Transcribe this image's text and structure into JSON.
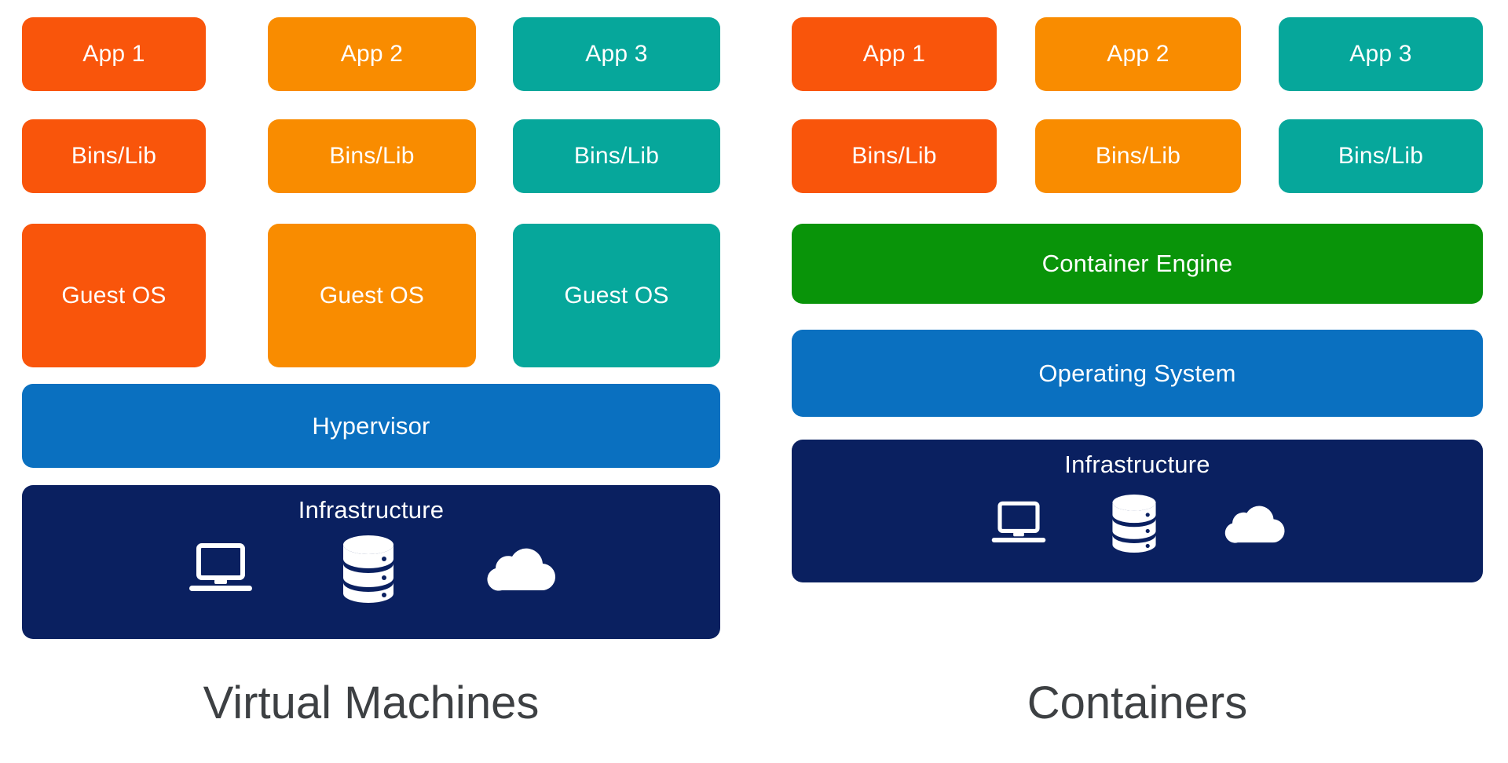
{
  "diagram": {
    "title_left": "Virtual Machines",
    "title_right": "Containers",
    "background": "#ffffff",
    "title_color": "#3d4043"
  },
  "colors": {
    "orange_red": "#f9550b",
    "amber": "#f98c00",
    "teal": "#06a79b",
    "green": "#099409",
    "blue": "#0a70c0",
    "navy": "#0a2060",
    "white": "#ffffff"
  },
  "vm": {
    "columns": [
      {
        "app": "App 1",
        "bins": "Bins/Lib",
        "os": "Guest OS",
        "color": "#f9550b"
      },
      {
        "app": "App 2",
        "bins": "Bins/Lib",
        "os": "Guest OS",
        "color": "#f98c00"
      },
      {
        "app": "App 3",
        "bins": "Bins/Lib",
        "os": "Guest OS",
        "color": "#06a79b"
      }
    ],
    "hypervisor": "Hypervisor",
    "infrastructure": "Infrastructure",
    "icons": [
      "laptop-icon",
      "database-icon",
      "cloud-icon"
    ]
  },
  "containers": {
    "columns": [
      {
        "app": "App 1",
        "bins": "Bins/Lib",
        "color": "#f9550b"
      },
      {
        "app": "App 2",
        "bins": "Bins/Lib",
        "color": "#f98c00"
      },
      {
        "app": "App 3",
        "bins": "Bins/Lib",
        "color": "#06a79b"
      }
    ],
    "container_engine": "Container Engine",
    "operating_system": "Operating System",
    "infrastructure": "Infrastructure",
    "icons": [
      "laptop-icon",
      "database-icon",
      "cloud-icon"
    ]
  }
}
